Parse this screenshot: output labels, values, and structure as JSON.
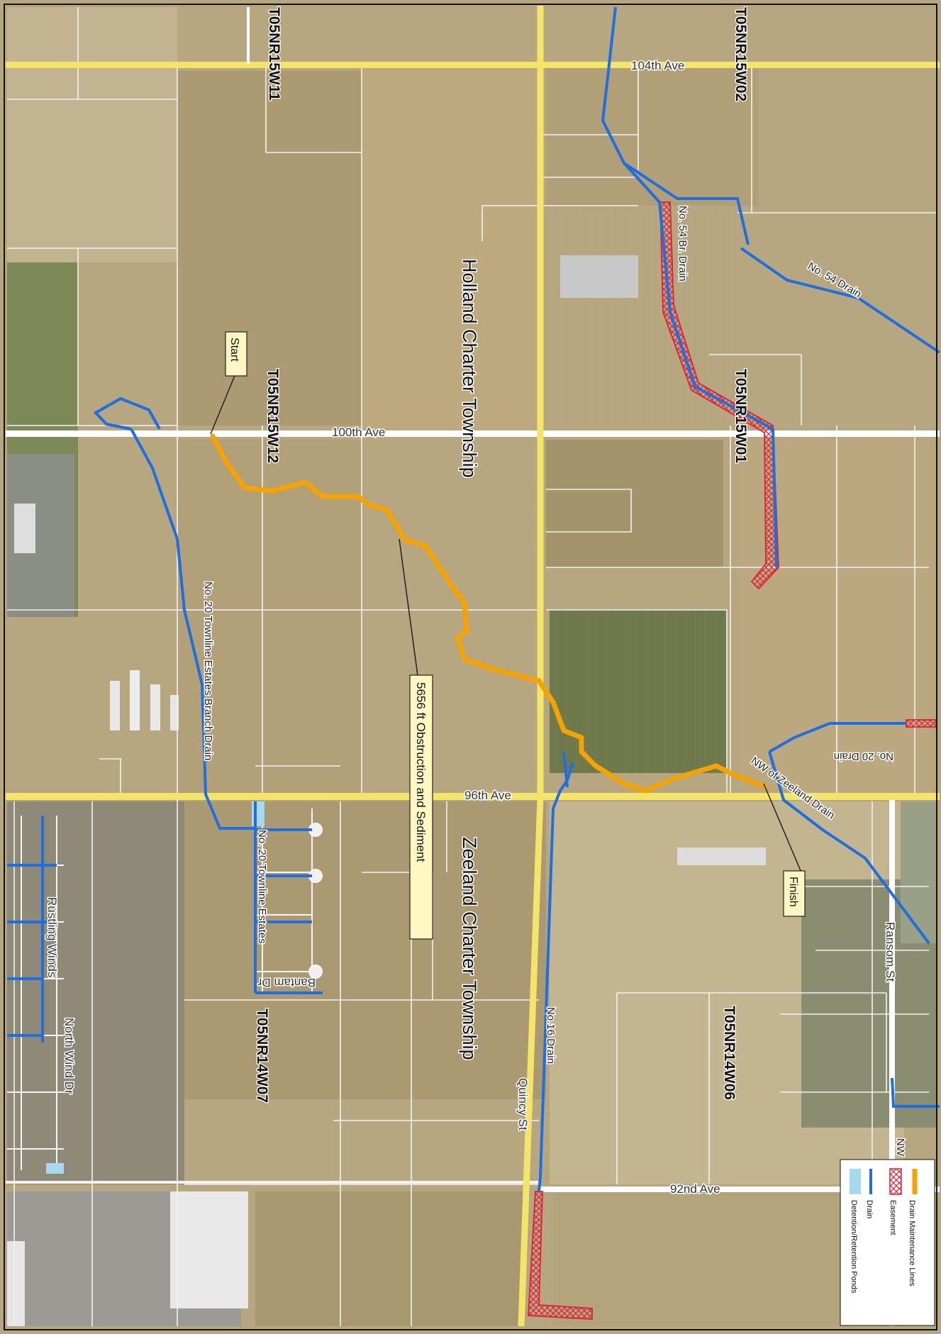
{
  "roads": {
    "ave_104": "104th Ave",
    "ave_100": "100th Ave",
    "ave_96": "96th Ave",
    "ave_92": "92nd Ave",
    "quincy": "Quincy St",
    "ransom": "Ransom St",
    "bantam": "Bantam Dr",
    "rustling": "Rustling Winds",
    "northwind": "North Wind Dr"
  },
  "drains": {
    "no54": "No. 54 Drain",
    "no54br": "No. 54 Br. Drain",
    "no20": "No. 20 Drain",
    "no20_townline": "No. 20 Townline Estates Branch Drain",
    "no20_estates": "No. 20 Townline Estates",
    "no16": "No.16 Drain",
    "nw_zeeland": "NW of Zeeland Drain",
    "nw_fragment": "NW"
  },
  "sections": {
    "s1": "T05NR15W11",
    "s2": "T05NR15W02",
    "s3": "T05NR15W12",
    "s4": "T05NR15W01",
    "s5": "T05NR14W07",
    "s6": "T05NR14W06"
  },
  "townships": {
    "holland": "Holland Charter Township",
    "zeeland": "Zeeland Charter Township"
  },
  "callouts": {
    "start": "Start",
    "finish": "Finish",
    "obstruction": "5656 ft Obstruction and Sediment"
  },
  "legend": {
    "items": [
      {
        "label": "Drain Maintenance Lines",
        "symbol": "orange-line"
      },
      {
        "label": "Easement",
        "symbol": "red-hatch"
      },
      {
        "label": "Drain",
        "symbol": "blue-line"
      },
      {
        "label": "Detention/Retention Ponds",
        "symbol": "light-blue-fill"
      }
    ]
  },
  "colors": {
    "maintenance": "#f5a300",
    "drain": "#1f6fe0",
    "easement": "#e0203a",
    "pond": "#a8d8ee",
    "major_road": "#f4e56a",
    "minor_road": "#ffffff",
    "parcel": "#f2f2f2",
    "field": "#b8a882"
  }
}
